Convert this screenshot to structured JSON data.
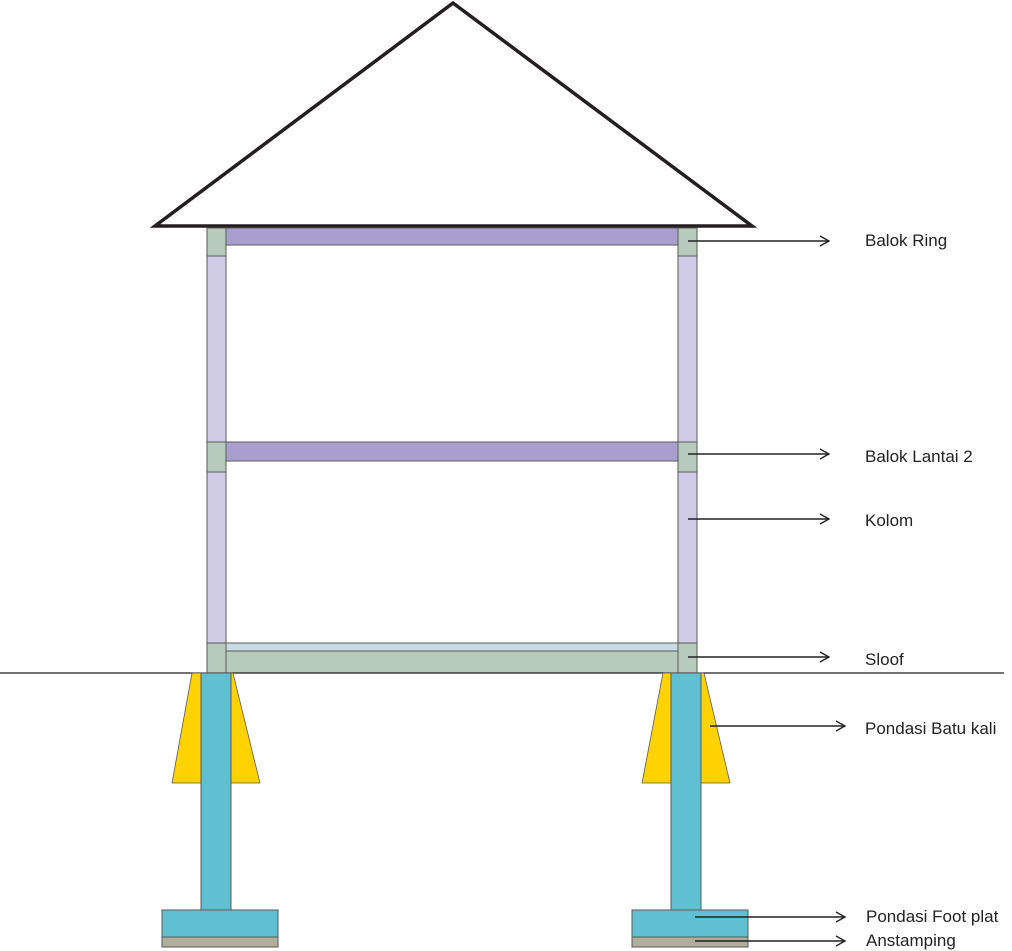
{
  "labels": {
    "balok_ring": "Balok Ring",
    "balok_lantai_2": "Balok Lantai 2",
    "kolom": "Kolom",
    "sloof": "Sloof",
    "pondasi_batu_kali": "Pondasi Batu kali",
    "pondasi_foot_plat": "Pondasi Foot plat",
    "anstamping": "Anstamping"
  },
  "colors": {
    "roof_stroke": "#231f20",
    "beam": "#a99fcf",
    "column": "#d1cce6",
    "joint": "#b6cbbb",
    "sloof": "#b6cbbb",
    "sloof_strip": "#c9dce6",
    "stone_foundation": "#ffd200",
    "foot_column": "#5ec0d0",
    "anstamping": "#b0ad9c",
    "ground_line": "#231f20"
  }
}
